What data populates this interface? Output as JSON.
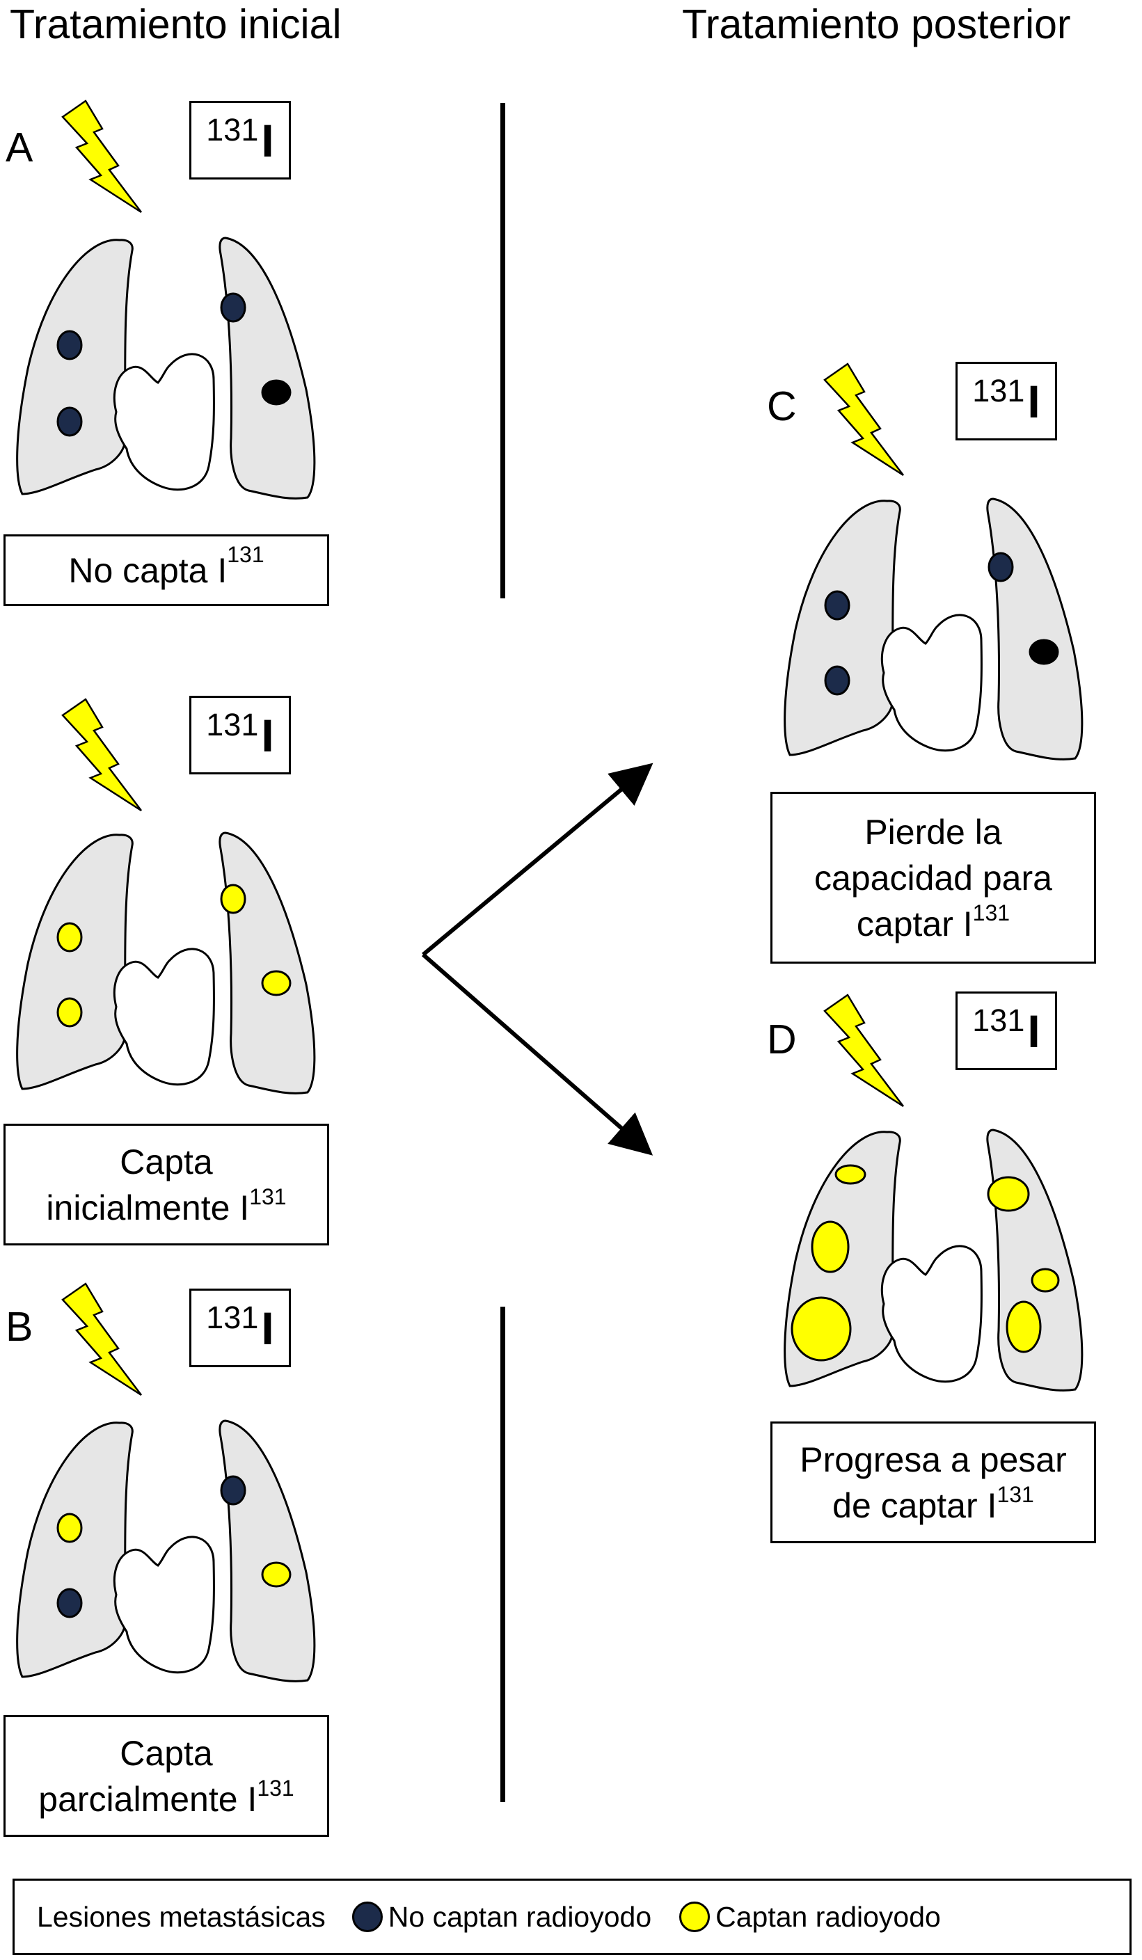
{
  "headings": {
    "left": "Tratamiento inicial",
    "right": "Tratamiento posterior"
  },
  "isotope": {
    "mass": "131",
    "element": "I"
  },
  "panels": [
    {
      "letter": "A",
      "label_text": "No capta I",
      "label_sup": "131",
      "lesions": [
        "no",
        "no",
        "no",
        "no"
      ]
    },
    {
      "letter": "",
      "label_line1": "Capta",
      "label_line2": "inicialmente I",
      "label_sup": "131",
      "lesions": [
        "si",
        "si",
        "si",
        "si"
      ]
    },
    {
      "letter": "B",
      "label_line1": "Capta",
      "label_line2": "parcialmente I",
      "label_sup": "131",
      "lesions": [
        "si",
        "no",
        "no",
        "si"
      ]
    },
    {
      "letter": "C",
      "label_line1": "Pierde la",
      "label_line2": "capacidad para",
      "label_line3": "captar I",
      "label_sup": "131",
      "lesions": [
        "no",
        "no",
        "no",
        "no"
      ]
    },
    {
      "letter": "D",
      "label_line1": "Progresa a pesar",
      "label_line2": "de captar I",
      "label_sup": "131",
      "lesions": [
        "si",
        "si",
        "si",
        "si",
        "si",
        "si"
      ]
    }
  ],
  "legend": {
    "title": "Lesiones metastásicas",
    "no_captan": "No captan radioyodo",
    "captan": "Captan radioyodo"
  },
  "colors": {
    "lung_fill": "#e6e6e6",
    "no_captan": "#1c2b4a",
    "captan": "#ffff00",
    "bolt": "#ffff00"
  }
}
